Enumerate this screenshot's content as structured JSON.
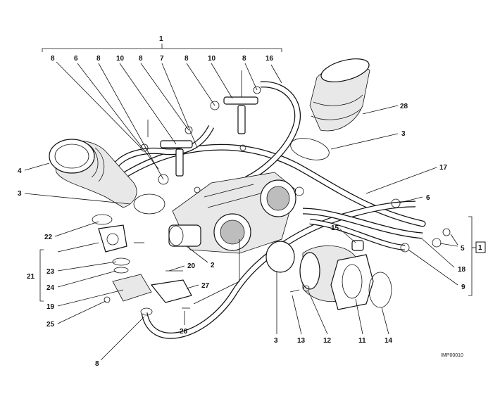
{
  "diagram": {
    "code": "IMP00010",
    "labels": {
      "l1": "1",
      "l8a": "8",
      "l6a": "6",
      "l8b": "8",
      "l10a": "10",
      "l8c": "8",
      "l7": "7",
      "l8d": "8",
      "l10b": "10",
      "l8e": "8",
      "l16": "16",
      "l28": "28",
      "l3a": "3",
      "l17": "17",
      "l4": "4",
      "l3b": "3",
      "l6b": "6",
      "l22": "22",
      "l15": "15",
      "l5": "5",
      "l1box": "1",
      "l18": "18",
      "l9": "9",
      "l21": "21",
      "l23": "23",
      "l24": "24",
      "l19": "19",
      "l25": "25",
      "l20": "20",
      "l2": "2",
      "l27": "27",
      "l26": "26",
      "l3c": "3",
      "l13": "13",
      "l12": "12",
      "l11": "11",
      "l14": "14",
      "l8f": "8"
    }
  }
}
